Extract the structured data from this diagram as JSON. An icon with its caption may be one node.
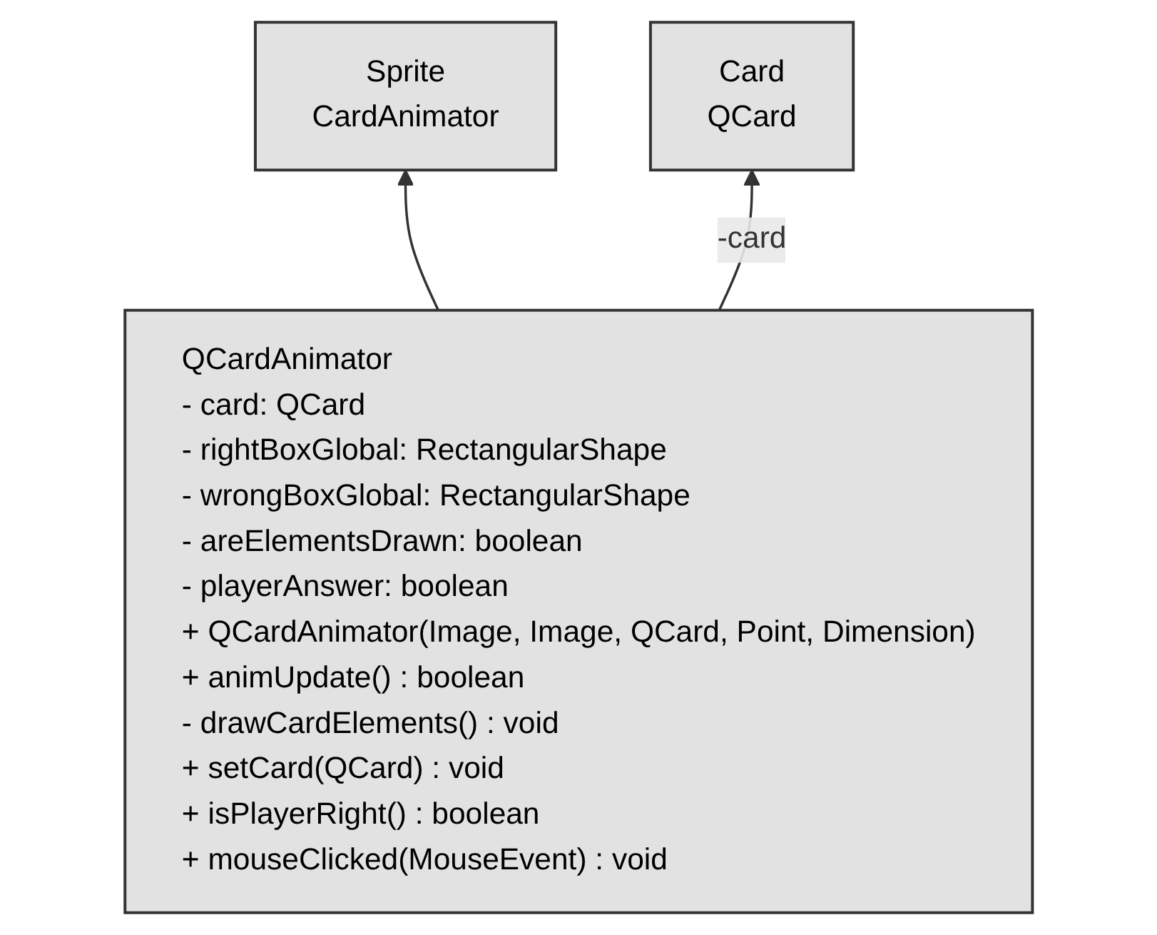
{
  "diagram": {
    "nodes": [
      {
        "text": [
          "Sprite",
          "CardAnimator"
        ]
      },
      {
        "text": [
          "Card",
          "QCard"
        ]
      },
      {
        "text": [
          "QCardAnimator",
          "- card: QCard",
          "- rightBoxGlobal: RectangularShape",
          "- wrongBoxGlobal: RectangularShape",
          "- areElementsDrawn: boolean",
          "- playerAnswer: boolean",
          "+ QCardAnimator(Image, Image, QCard, Point, Dimension)",
          "+ animUpdate() : boolean",
          "- drawCardElements() : void",
          "+ setCard(QCard) : void",
          "+ isPlayerRight() : boolean",
          "+ mouseClicked(MouseEvent) : void"
        ]
      }
    ],
    "edges": [
      {
        "from": 2,
        "to": 0,
        "arrow": "to"
      },
      {
        "from": 2,
        "to": 1,
        "arrow": "to",
        "label": "-card"
      }
    ]
  }
}
